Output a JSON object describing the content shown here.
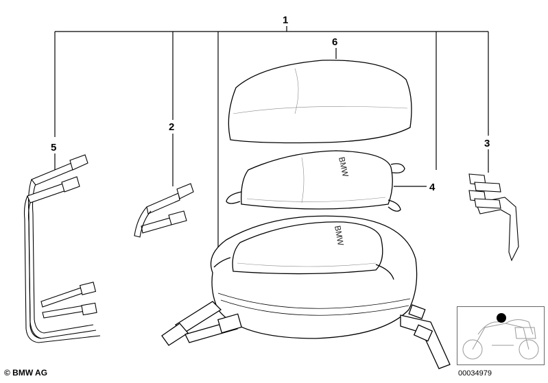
{
  "callouts": {
    "c1": "1",
    "c2": "2",
    "c3": "3",
    "c4": "4",
    "c5": "5",
    "c6": "6"
  },
  "brand_mark_upper": "BMW",
  "brand_mark_lower": "BMW",
  "footer": {
    "copyright": "© BMW AG",
    "image_id": "00034979"
  },
  "colors": {
    "line": "#000000",
    "part_fill": "#ffffff",
    "locator_dot": "#000000",
    "thumb_border": "#666666"
  }
}
